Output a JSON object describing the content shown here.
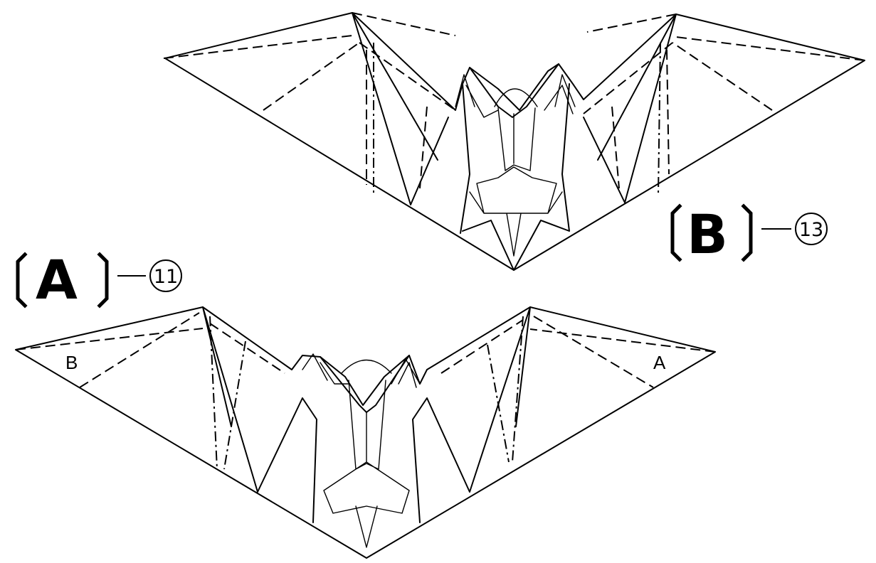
{
  "view_a": {
    "letter": "A",
    "step_number": "11",
    "wing_marks": {
      "left": "B",
      "right": "A"
    }
  },
  "view_b": {
    "letter": "B",
    "step_number": "13"
  }
}
